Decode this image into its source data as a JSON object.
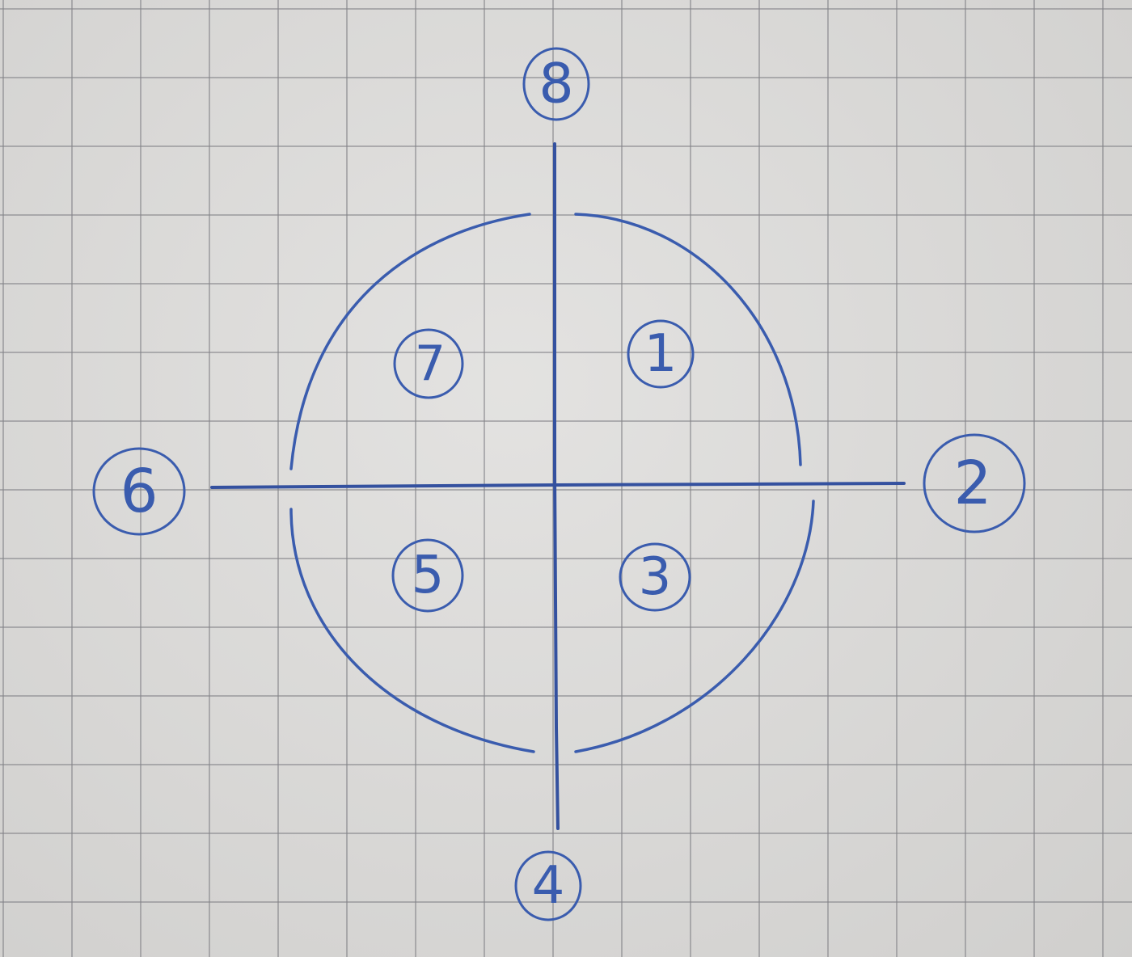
{
  "diagram": {
    "ink_color": "#3a5cae",
    "paper_color": "#dddcda",
    "grid_color": "#82828a",
    "outer_labels": {
      "top": "8",
      "right": "2",
      "bottom": "4",
      "left": "6"
    },
    "inner_labels": {
      "upper_right": "1",
      "lower_right": "3",
      "lower_left": "5",
      "upper_left": "7"
    }
  }
}
